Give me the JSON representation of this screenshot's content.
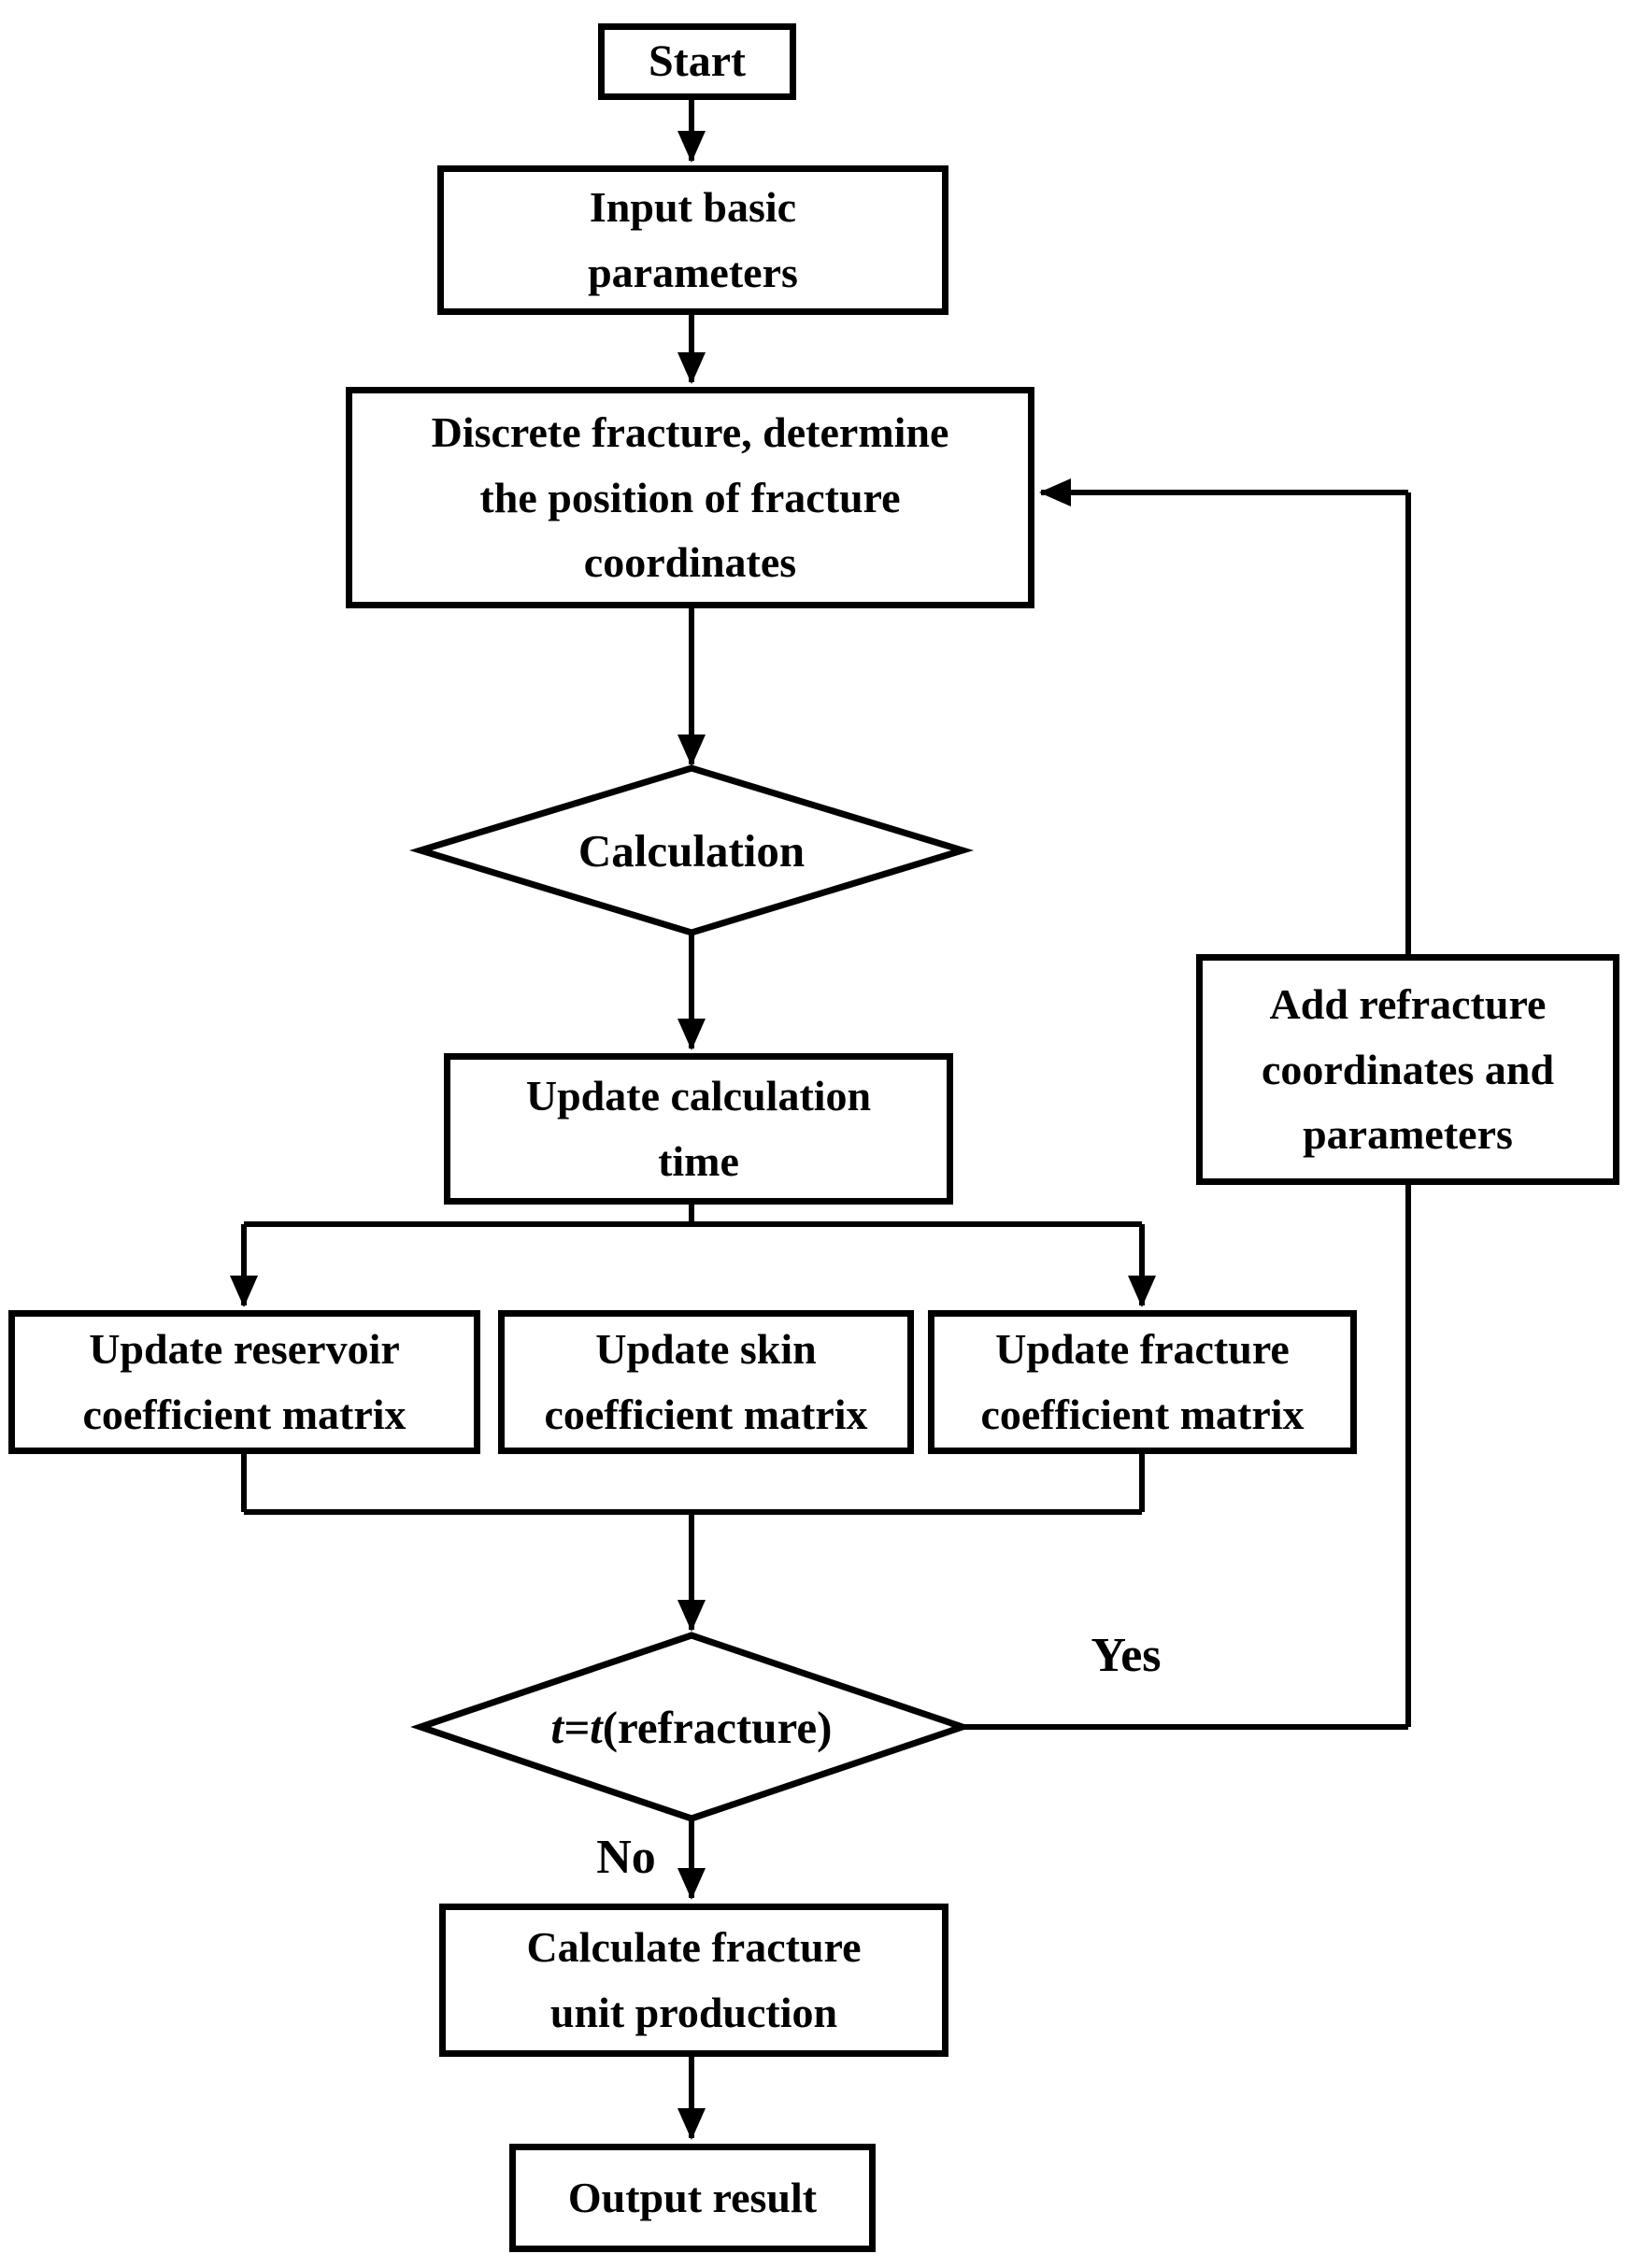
{
  "figure": {
    "type": "flowchart",
    "background_color": "#ffffff",
    "line_color": "#000000",
    "nodes": {
      "start": {
        "shape": "rect",
        "label": "Start"
      },
      "input": {
        "shape": "rect",
        "label": "Input basic\nparameters"
      },
      "discrete": {
        "shape": "rect",
        "label": "Discrete fracture, determine\nthe position of fracture\ncoordinates"
      },
      "calculation": {
        "shape": "diamond",
        "label": "Calculation"
      },
      "update_time": {
        "shape": "rect",
        "label": "Update calculation\ntime"
      },
      "update_reservoir": {
        "shape": "rect",
        "label": "Update reservoir\ncoefficient matrix"
      },
      "update_skin": {
        "shape": "rect",
        "label": "Update skin\ncoefficient matrix"
      },
      "update_fracture": {
        "shape": "rect",
        "label": "Update fracture\ncoefficient matrix"
      },
      "refracture_check": {
        "shape": "diamond",
        "label_italic": "t=t",
        "label_rest": "(refracture)"
      },
      "add_refracture": {
        "shape": "rect",
        "label": "Add refracture\ncoordinates and\nparameters"
      },
      "calc_production": {
        "shape": "rect",
        "label": "Calculate fracture\nunit production"
      },
      "output": {
        "shape": "rect",
        "label": "Output result"
      }
    },
    "edge_labels": {
      "yes": "Yes",
      "no": "No"
    }
  }
}
